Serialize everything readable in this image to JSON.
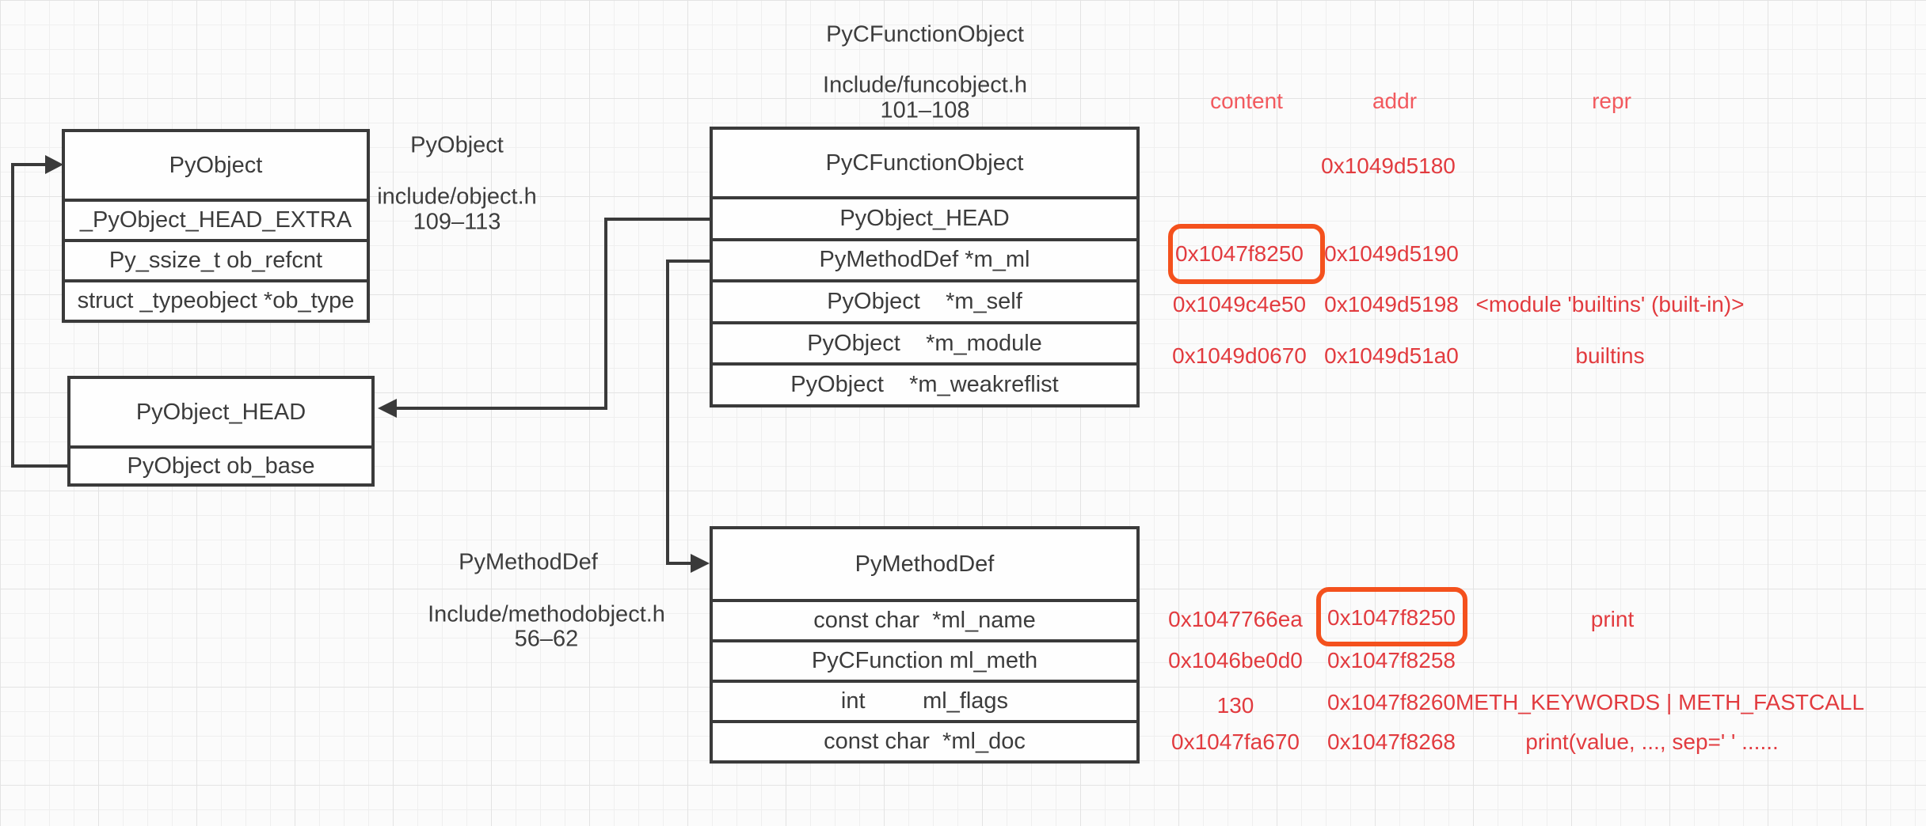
{
  "diagram": {
    "colors": {
      "line": "#3a3a3a",
      "red_value": "#e23b3f",
      "red_header": "#f2595e",
      "highlight": "#f4511d"
    },
    "title_block": {
      "line1": "PyCFunctionObject",
      "line2": "Include/funcobject.h",
      "line3": "101–108"
    },
    "pyobject_label": {
      "line1": "PyObject",
      "line2": "include/object.h",
      "line3": "109–113"
    },
    "pymethoddef_label": {
      "line1": "PyMethodDef",
      "line2": "Include/methodobject.h",
      "line3": "56–62"
    },
    "columns": {
      "content": "content",
      "addr": "addr",
      "repr": "repr"
    },
    "structs": {
      "pyobject": {
        "title": "PyObject",
        "rows": [
          "_PyObject_HEAD_EXTRA",
          "Py_ssize_t ob_refcnt",
          "struct _typeobject *ob_type"
        ]
      },
      "pyobject_head": {
        "title": "PyObject_HEAD",
        "rows": [
          "PyObject ob_base"
        ]
      },
      "pycfunctionobject": {
        "title": "PyCFunctionObject",
        "rows": [
          "PyObject_HEAD",
          "PyMethodDef *m_ml",
          "PyObject    *m_self",
          "PyObject    *m_module",
          "PyObject    *m_weakreflist"
        ]
      },
      "pymethoddef": {
        "title": "PyMethodDef",
        "rows": [
          "const char  *ml_name",
          "PyCFunction ml_meth",
          "int         ml_flags",
          "const char  *ml_doc"
        ]
      }
    },
    "memory": {
      "object_addr": "0x1049d5180",
      "top_rows": [
        {
          "content": "0x1047f8250",
          "addr": "0x1049d5190",
          "repr": ""
        },
        {
          "content": "0x1049c4e50",
          "addr": "0x1049d5198",
          "repr": "<module 'builtins' (built-in)>"
        },
        {
          "content": "0x1049d0670",
          "addr": "0x1049d51a0",
          "repr": "builtins"
        }
      ],
      "bottom_rows": [
        {
          "content": "0x1047766ea",
          "addr": "0x1047f8250",
          "repr": "print"
        },
        {
          "content": "0x1046be0d0",
          "addr": "0x1047f8258",
          "repr": ""
        },
        {
          "content": "130",
          "addr": "0x1047f8260",
          "repr": "METH_KEYWORDS | METH_FASTCALL"
        },
        {
          "content": "0x1047fa670",
          "addr": "0x1047f8268",
          "repr": "print(value, ..., sep=' ' ......"
        }
      ]
    }
  }
}
